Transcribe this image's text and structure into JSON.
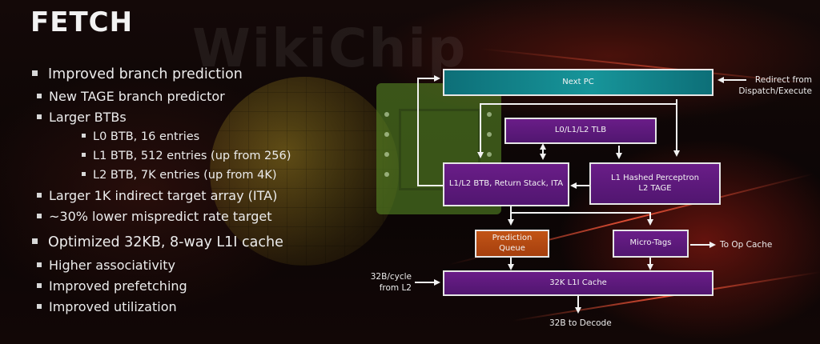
{
  "slide": {
    "title": "FETCH",
    "watermark": "WikiChip"
  },
  "bullets": [
    {
      "level": 1,
      "text": "Improved branch prediction"
    },
    {
      "level": 2,
      "text": "New TAGE branch predictor"
    },
    {
      "level": 2,
      "text": "Larger BTBs"
    },
    {
      "level": 3,
      "text": "L0 BTB, 16 entries"
    },
    {
      "level": 3,
      "text": "L1 BTB, 512 entries (up from 256)"
    },
    {
      "level": 3,
      "text": "L2 BTB, 7K entries (up from 4K)"
    },
    {
      "level": 2,
      "text": "Larger 1K indirect target array (ITA)"
    },
    {
      "level": 2,
      "text": "~30% lower mispredict rate target"
    },
    {
      "level": 1,
      "text": "Optimized 32KB, 8-way L1I cache"
    },
    {
      "level": 2,
      "text": "Higher associativity"
    },
    {
      "level": 2,
      "text": "Improved prefetching"
    },
    {
      "level": 2,
      "text": "Improved utilization"
    }
  ],
  "diagram": {
    "blocks": {
      "next_pc": "Next PC",
      "tlb": "L0/L1/L2 TLB",
      "btb": "L1/L2 BTB, Return Stack, ITA",
      "perceptron_line1": "L1 Hashed Perceptron",
      "perceptron_line2": "L2 TAGE",
      "prediction_queue_line1": "Prediction",
      "prediction_queue_line2": "Queue",
      "micro_tags": "Micro-Tags",
      "l1i_cache": "32K L1I Cache"
    },
    "labels": {
      "redirect_line1": "Redirect from",
      "redirect_line2": "Dispatch/Execute",
      "to_op_cache": "To Op Cache",
      "l2_input_line1": "32B/cycle",
      "l2_input_line2": "from L2",
      "decode_output": "32B to Decode"
    },
    "colors": {
      "next_pc": "#17959a",
      "blocks": "#5e1a7e",
      "prediction_queue": "#b8480f",
      "borders": "#e6e6e6"
    }
  }
}
